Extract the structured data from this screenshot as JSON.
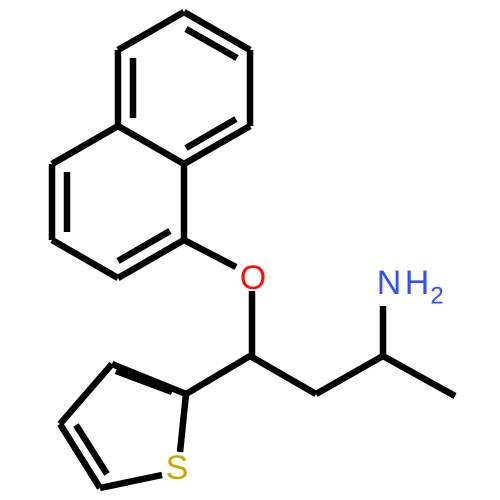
{
  "molecule": {
    "atoms": {
      "oxygen": {
        "symbol": "O",
        "color": "#ff0d0d"
      },
      "nitrogen": {
        "symbol": "N",
        "hydrogens": "H",
        "count": "2",
        "color": "#3050f8"
      },
      "sulfur": {
        "symbol": "S",
        "color": "#c8a800"
      }
    }
  },
  "colors": {
    "bond": "#000000",
    "background": "#ffffff"
  }
}
